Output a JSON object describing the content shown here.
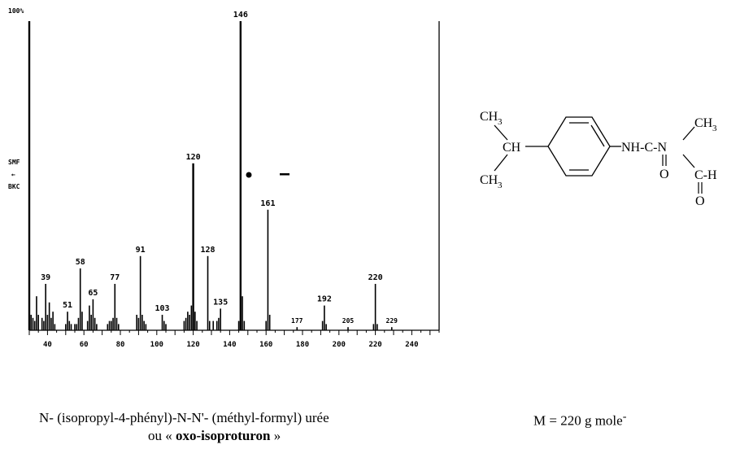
{
  "chart_data": {
    "type": "bar",
    "title": "",
    "xlabel": "",
    "ylabel": "",
    "top_label": "100%",
    "left_markers": [
      "SMF",
      "←",
      "BKC"
    ],
    "xlim": [
      30,
      255
    ],
    "ylim": [
      0,
      100
    ],
    "x_ticks": [
      "40",
      "60",
      "80",
      "100",
      "120",
      "140",
      "160",
      "180",
      "200",
      "220",
      "240"
    ],
    "x_tick_values": [
      40,
      60,
      80,
      100,
      120,
      140,
      160,
      180,
      200,
      220,
      240
    ],
    "peaks": [
      {
        "mz": 30,
        "value": 100
      },
      {
        "mz": 31,
        "value": 5
      },
      {
        "mz": 32,
        "value": 4
      },
      {
        "mz": 33,
        "value": 3
      },
      {
        "mz": 34,
        "value": 11
      },
      {
        "mz": 35,
        "value": 5
      },
      {
        "mz": 37,
        "value": 4
      },
      {
        "mz": 38,
        "value": 3
      },
      {
        "mz": 39,
        "value": 15
      },
      {
        "mz": 40,
        "value": 5
      },
      {
        "mz": 41,
        "value": 9
      },
      {
        "mz": 42,
        "value": 4
      },
      {
        "mz": 43,
        "value": 6
      },
      {
        "mz": 44,
        "value": 2
      },
      {
        "mz": 50,
        "value": 2
      },
      {
        "mz": 51,
        "value": 6
      },
      {
        "mz": 52,
        "value": 3
      },
      {
        "mz": 53,
        "value": 2
      },
      {
        "mz": 55,
        "value": 2
      },
      {
        "mz": 56,
        "value": 2
      },
      {
        "mz": 57,
        "value": 4
      },
      {
        "mz": 58,
        "value": 20
      },
      {
        "mz": 59,
        "value": 6
      },
      {
        "mz": 62,
        "value": 3
      },
      {
        "mz": 63,
        "value": 8
      },
      {
        "mz": 64,
        "value": 5
      },
      {
        "mz": 65,
        "value": 10
      },
      {
        "mz": 66,
        "value": 4
      },
      {
        "mz": 67,
        "value": 2
      },
      {
        "mz": 73,
        "value": 2
      },
      {
        "mz": 74,
        "value": 3
      },
      {
        "mz": 75,
        "value": 3
      },
      {
        "mz": 76,
        "value": 4
      },
      {
        "mz": 77,
        "value": 15
      },
      {
        "mz": 78,
        "value": 4
      },
      {
        "mz": 79,
        "value": 2
      },
      {
        "mz": 89,
        "value": 5
      },
      {
        "mz": 90,
        "value": 4
      },
      {
        "mz": 91,
        "value": 24
      },
      {
        "mz": 92,
        "value": 5
      },
      {
        "mz": 93,
        "value": 3
      },
      {
        "mz": 94,
        "value": 2
      },
      {
        "mz": 103,
        "value": 5
      },
      {
        "mz": 104,
        "value": 3
      },
      {
        "mz": 105,
        "value": 2
      },
      {
        "mz": 115,
        "value": 3
      },
      {
        "mz": 116,
        "value": 4
      },
      {
        "mz": 117,
        "value": 6
      },
      {
        "mz": 118,
        "value": 5
      },
      {
        "mz": 119,
        "value": 8
      },
      {
        "mz": 120,
        "value": 54
      },
      {
        "mz": 121,
        "value": 6
      },
      {
        "mz": 122,
        "value": 3
      },
      {
        "mz": 128,
        "value": 24
      },
      {
        "mz": 129,
        "value": 3
      },
      {
        "mz": 131,
        "value": 3
      },
      {
        "mz": 133,
        "value": 3
      },
      {
        "mz": 134,
        "value": 4
      },
      {
        "mz": 135,
        "value": 7
      },
      {
        "mz": 145,
        "value": 3
      },
      {
        "mz": 146,
        "value": 100
      },
      {
        "mz": 147,
        "value": 11
      },
      {
        "mz": 148,
        "value": 3
      },
      {
        "mz": 160,
        "value": 3
      },
      {
        "mz": 161,
        "value": 39
      },
      {
        "mz": 162,
        "value": 5
      },
      {
        "mz": 177,
        "value": 1
      },
      {
        "mz": 191,
        "value": 3
      },
      {
        "mz": 192,
        "value": 8
      },
      {
        "mz": 193,
        "value": 2
      },
      {
        "mz": 205,
        "value": 1
      },
      {
        "mz": 219,
        "value": 2
      },
      {
        "mz": 220,
        "value": 15
      },
      {
        "mz": 221,
        "value": 2
      },
      {
        "mz": 229,
        "value": 1
      }
    ],
    "labels": [
      {
        "text": "39",
        "mz": 39,
        "value": 15
      },
      {
        "text": "51",
        "mz": 51,
        "value": 6
      },
      {
        "text": "58",
        "mz": 58,
        "value": 20
      },
      {
        "text": "65",
        "mz": 65,
        "value": 10
      },
      {
        "text": "77",
        "mz": 77,
        "value": 15
      },
      {
        "text": "91",
        "mz": 91,
        "value": 24
      },
      {
        "text": "103",
        "mz": 103,
        "value": 5
      },
      {
        "text": "120",
        "mz": 120,
        "value": 54
      },
      {
        "text": "128",
        "mz": 128,
        "value": 24
      },
      {
        "text": "135",
        "mz": 135,
        "value": 7
      },
      {
        "text": "146",
        "mz": 146,
        "value": 100
      },
      {
        "text": "161",
        "mz": 161,
        "value": 39
      },
      {
        "text": "177",
        "mz": 177,
        "value": 1
      },
      {
        "text": "192",
        "mz": 192,
        "value": 8
      },
      {
        "text": "205",
        "mz": 205,
        "value": 1
      },
      {
        "text": "220",
        "mz": 220,
        "value": 15
      },
      {
        "text": "229",
        "mz": 229,
        "value": 1
      }
    ]
  },
  "molecule": {
    "ch3_top": "CH",
    "ch_middle": "CH",
    "ch3_bottom": "CH",
    "sub3": "3",
    "urea_nh": "NH-C-N",
    "urea_o": "O",
    "methyl_n": "CH",
    "formyl_c": "C-H",
    "formyl_o": "O"
  },
  "caption": {
    "line1": "N- (isopropyl-4-phényl)-N-N'- (méthyl-formyl) urée",
    "line2_prefix": "ou « ",
    "line2_bold": "oxo-isoproturon",
    "line2_suffix": " »"
  },
  "mass_label": "M = 220 g mole",
  "mass_suffix": "-"
}
